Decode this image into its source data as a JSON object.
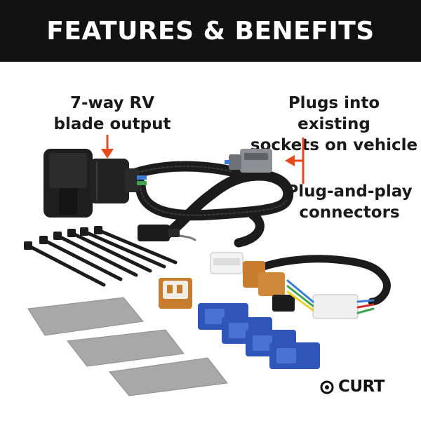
{
  "banner": {
    "title": "FEATURES & BENEFITS"
  },
  "callouts": {
    "output": {
      "line1": "7-way RV",
      "line2": "blade output"
    },
    "plugs": {
      "line1": "Plugs into existing",
      "line2": "sockets on vehicle"
    },
    "connectors": {
      "line1": "Plug-and-play",
      "line2": "connectors"
    }
  },
  "brand": {
    "name": "CURT",
    "accent": "#e8491d"
  },
  "colors": {
    "banner": "#121212",
    "arrow": "#e8491d",
    "wire": "#1c1c1c",
    "connector_blue": "#2f55b8",
    "connector_orange": "#c87c2e",
    "pad_gray": "#a8a8a8"
  }
}
